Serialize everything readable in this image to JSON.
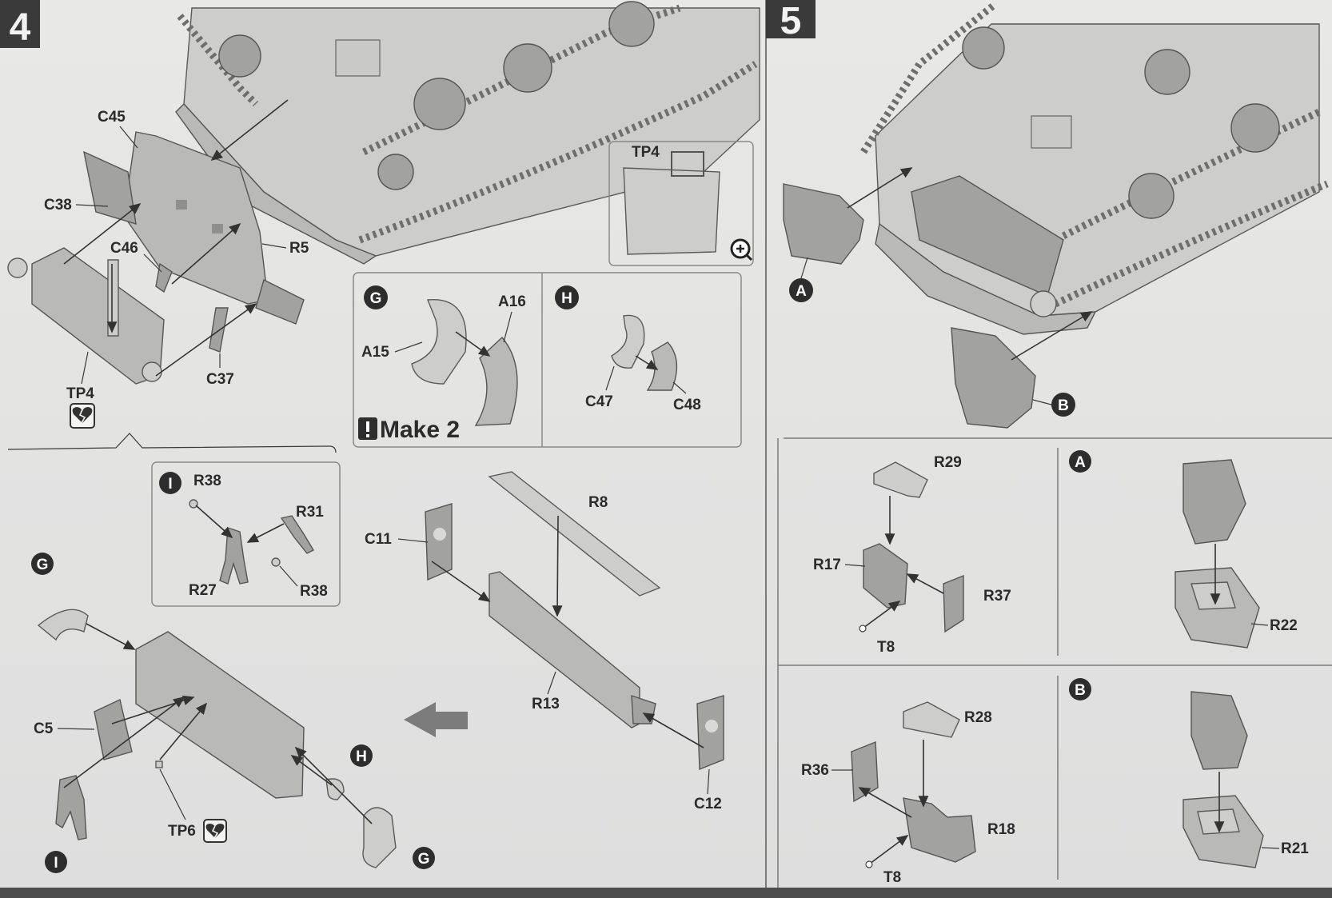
{
  "steps": {
    "four": "4",
    "five": "5"
  },
  "detail_letters": {
    "G": "G",
    "H": "H",
    "I": "I",
    "A": "A",
    "B": "B"
  },
  "make_note": "Make 2",
  "icons": [
    "zoom-in-icon",
    "broken-heart-icon",
    "warning-icon",
    "assembly-direction-arrow"
  ],
  "labels": {
    "C45": "C45",
    "C38": "C38",
    "R5": "R5",
    "C46": "C46",
    "C37": "C37",
    "TP4": "TP4",
    "TP4_inset": "TP4",
    "A15": "A15",
    "A16": "A16",
    "C47": "C47",
    "C48": "C48",
    "R38a": "R38",
    "R31": "R31",
    "R27": "R27",
    "R38b": "R38",
    "C11": "C11",
    "R8": "R8",
    "R13": "R13",
    "C12": "C12",
    "C5": "C5",
    "TP6": "TP6",
    "R29": "R29",
    "R17": "R17",
    "R37": "R37",
    "T8a": "T8",
    "R22": "R22",
    "R28": "R28",
    "R36": "R36",
    "R18": "R18",
    "T8b": "T8",
    "R21": "R21"
  }
}
